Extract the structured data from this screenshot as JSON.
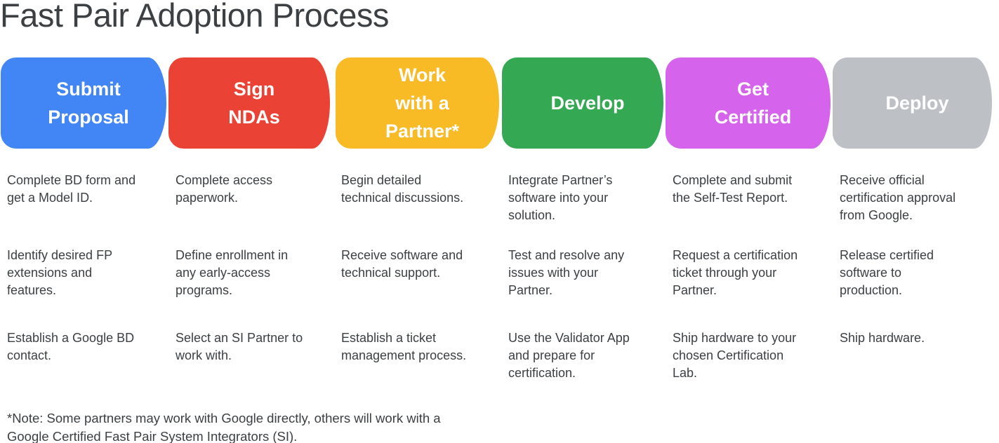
{
  "title": "Fast Pair Adoption Process",
  "text_color": "#3C4043",
  "stages": [
    {
      "id": "submit-proposal",
      "label": "Submit\nProposal",
      "color": "#4285F4",
      "items": [
        "Complete BD form and\nget a Model ID.",
        "Identify desired FP\nextensions and\nfeatures.",
        "Establish a Google BD\ncontact."
      ]
    },
    {
      "id": "sign-ndas",
      "label": "Sign\nNDAs",
      "color": "#EA4335",
      "items": [
        "Complete access\npaperwork.",
        "Define enrollment in\nany early-access\nprograms.",
        "Select an SI Partner to\nwork with."
      ]
    },
    {
      "id": "work-with-a-partner",
      "label": "Work\nwith a\nPartner*",
      "color": "#F8BA25",
      "items": [
        "Begin detailed\ntechnical discussions.",
        "Receive software and\ntechnical support.",
        "Establish a ticket\nmanagement process."
      ]
    },
    {
      "id": "develop",
      "label": "Develop",
      "color": "#34A853",
      "items": [
        "Integrate Partner’s\nsoftware into your\nsolution.",
        "Test and resolve any\nissues with your\nPartner.",
        "Use the Validator App\nand prepare for\ncertification."
      ]
    },
    {
      "id": "get-certified",
      "label": "Get\nCertified",
      "color": "#D563EB",
      "items": [
        "Complete and submit\nthe Self-Test Report.",
        "Request a certification\nticket through your\nPartner.",
        "Ship hardware to your\nchosen Certification\nLab."
      ]
    },
    {
      "id": "deploy",
      "label": "Deploy",
      "color": "#BDC1C6",
      "items": [
        "Receive official\ncertification approval\nfrom Google.",
        "Release certified\nsoftware to\nproduction.",
        "Ship hardware."
      ]
    }
  ],
  "note": "*Note: Some partners may work with Google directly, others will work with a\nGoogle Certified Fast Pair System Integrators (SI)."
}
